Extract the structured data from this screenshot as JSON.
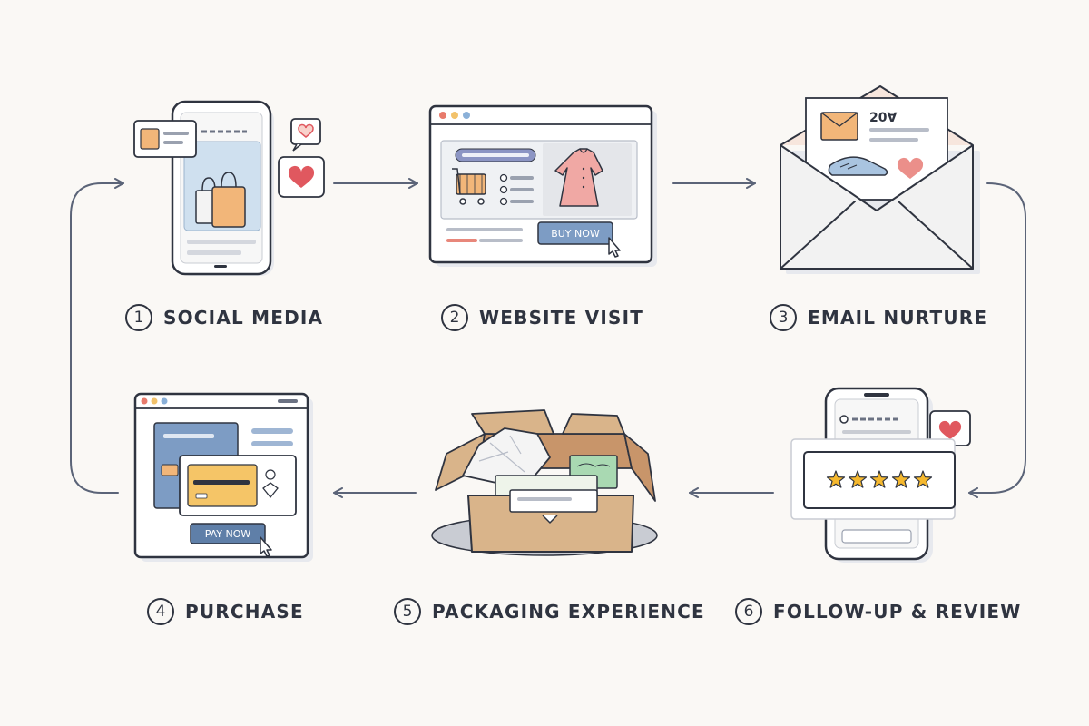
{
  "steps": [
    {
      "number": "1",
      "title": "SOCIAL MEDIA"
    },
    {
      "number": "2",
      "title": "WEBSITE VISIT"
    },
    {
      "number": "3",
      "title": "EMAIL NURTURE"
    },
    {
      "number": "4",
      "title": "PURCHASE"
    },
    {
      "number": "5",
      "title": "PACKAGING EXPERIENCE"
    },
    {
      "number": "6",
      "title": "FOLLOW-UP & REVIEW"
    }
  ],
  "website": {
    "button_label": "BUY NOW"
  },
  "email": {
    "header_text": "20∀"
  },
  "purchase": {
    "button_label": "PAY NOW"
  },
  "review": {
    "rating": 5,
    "max_rating": 5
  },
  "colors": {
    "background": "#faf8f5",
    "ink": "#2f3440",
    "arrow": "#5b6478",
    "blue_button": "#7d9cc4",
    "orange": "#f2b679",
    "heart_red": "#e0585f",
    "star_gold": "#f5b82e",
    "pink_dress": "#f0a8a4",
    "cardboard": "#d9b48a",
    "green_card": "#a9d9b2"
  }
}
